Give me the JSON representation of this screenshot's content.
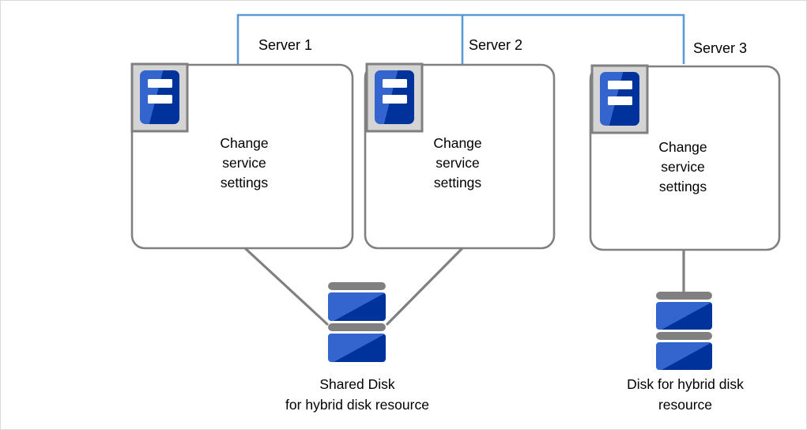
{
  "diagram": {
    "title_bracket_color": "#5b9bd5",
    "box_border_color": "#808080",
    "connector_color": "#808080",
    "icon_blue_light": "#3465cf",
    "icon_blue_dark": "#00329b",
    "icon_frame_gray": "#d4d4d4",
    "icon_frame_border": "#808080",
    "disk_bar_gray": "#808080"
  },
  "servers": [
    {
      "title": "Server 1",
      "body": "Change\nservice\nsettings",
      "icon_name": "server-icon"
    },
    {
      "title": "Server 2",
      "body": "Change\nservice\nsettings",
      "icon_name": "server-icon"
    },
    {
      "title": "Server 3",
      "body": "Change\nservice\nsettings",
      "icon_name": "server-icon"
    }
  ],
  "disks": [
    {
      "caption": "Shared Disk\nfor hybrid disk resource",
      "icon_name": "disk-stack-icon"
    },
    {
      "caption": "Disk for hybrid disk\nresource",
      "icon_name": "disk-stack-icon"
    }
  ]
}
